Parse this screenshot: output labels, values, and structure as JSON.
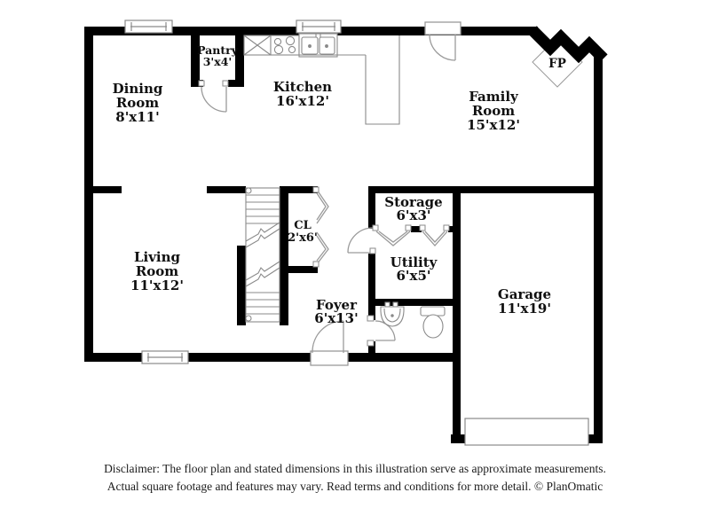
{
  "labels": {
    "dining": {
      "l1": "Dining",
      "l2": "Room",
      "l3": "8'x11'"
    },
    "kitchen": {
      "l1": "Kitchen",
      "l2": "16'x12'"
    },
    "pantry": {
      "l1": "Pantry",
      "l2": "3'x4'"
    },
    "family": {
      "l1": "Family",
      "l2": "Room",
      "l3": "15'x12'"
    },
    "living": {
      "l1": "Living",
      "l2": "Room",
      "l3": "11'x12'"
    },
    "closet": {
      "l1": "CL",
      "l2": "2'x6'"
    },
    "storage": {
      "l1": "Storage",
      "l2": "6'x3'"
    },
    "utility": {
      "l1": "Utility",
      "l2": "6'x5'"
    },
    "foyer": {
      "l1": "Foyer",
      "l2": "6'x13'"
    },
    "garage": {
      "l1": "Garage",
      "l2": "11'x19'"
    },
    "fireplace": "FP"
  },
  "disclaimer": {
    "line1": "Disclaimer: The floor plan and stated dimensions in this illustration serve as approximate measurements.",
    "line2": "Actual square footage and features may vary. Read terms and conditions for more detail. © PlanOmatic"
  },
  "colors": {
    "wall": "#000000",
    "fixture": "#8a8a8a",
    "text": "#101010"
  }
}
